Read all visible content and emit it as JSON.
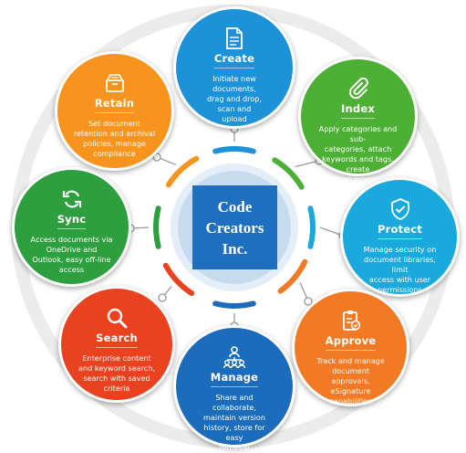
{
  "center": {
    "label": "Code\nCreators\nInc."
  },
  "nodes": [
    {
      "id": "create",
      "title": "Create",
      "icon": "document-icon",
      "color": "#1d92d8",
      "desc": "Initiate new documents,\ndrag and drop, scan and\nupload"
    },
    {
      "id": "index",
      "title": "Index",
      "icon": "paperclip-icon",
      "color": "#4cb034",
      "desc": "Apply categories and sub-\ncategories, attach\nkeywords and tags, create\ncustom properties"
    },
    {
      "id": "protect",
      "title": "Protect",
      "icon": "shield-check-icon",
      "color": "#19a9dd",
      "desc": "Manage security on\ndocument libraries, limit\naccess with user\npermissions"
    },
    {
      "id": "approve",
      "title": "Approve",
      "icon": "clipboard-check-icon",
      "color": "#f27a24",
      "desc": "Track and manage\ndocument approvals,\neSignature\ncapabilities"
    },
    {
      "id": "manage",
      "title": "Manage",
      "icon": "people-network-icon",
      "color": "#1c6cbd",
      "desc": "Share and collaborate,\nmaintain version\nhistory, store for easy\nretrieval"
    },
    {
      "id": "search",
      "title": "Search",
      "icon": "magnifier-icon",
      "color": "#e8421e",
      "desc": "Enterprise content\nand keyword search,\nsearch with saved\ncriteria"
    },
    {
      "id": "sync",
      "title": "Sync",
      "icon": "sync-arrows-icon",
      "color": "#2d9f3e",
      "desc": "Access documents via\nOneDrive and\nOutlook, easy off-line\naccess"
    },
    {
      "id": "retain",
      "title": "Retain",
      "icon": "archive-box-icon",
      "color": "#f7941d",
      "desc": "Set document\nretention and archival\npolicies, manage\ncompliance"
    }
  ],
  "colors": {
    "ring": "#e5e5e5",
    "inner_disc": "#c7dbee",
    "connector": "#9a9a9a",
    "arc_create": "#1d92d8",
    "arc_index": "#4cb034",
    "arc_protect": "#19a9dd",
    "arc_approve": "#f27a24",
    "arc_manage": "#1c6cbd",
    "arc_search": "#e8421e",
    "arc_sync": "#2d9f3e",
    "arc_retain": "#f7941d"
  }
}
